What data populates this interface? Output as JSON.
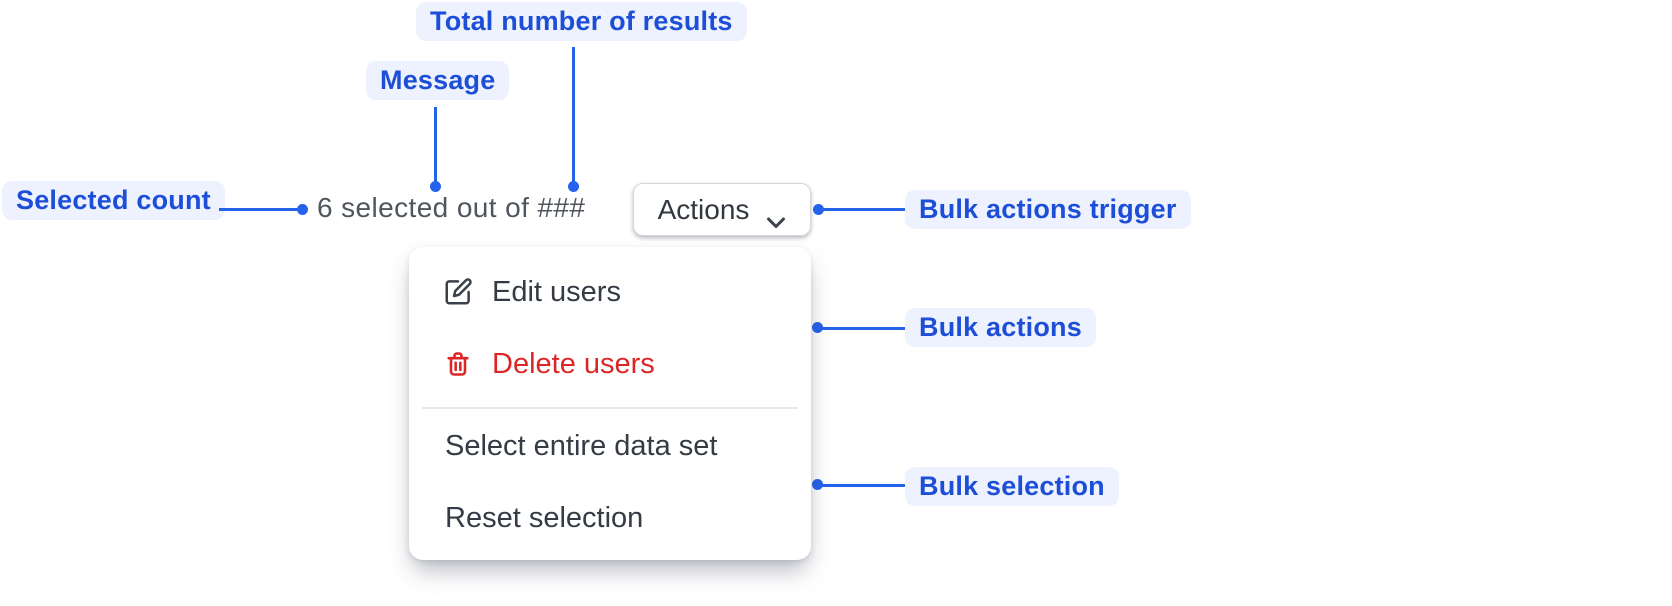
{
  "colors": {
    "annotation-blue": "#1d4ed8",
    "connector-blue": "#2563eb",
    "annotation-bg": "#edf2fe",
    "danger-red": "#dc2626",
    "menu-text": "#343b44",
    "message-gray": "#4f565e",
    "border-gray": "#d4d8dd",
    "divider-gray": "#e6e8ec"
  },
  "annotations": {
    "total_results": "Total number of results",
    "message": "Message",
    "selected_count": "Selected count",
    "bulk_actions_trigger": "Bulk actions trigger",
    "bulk_actions": "Bulk actions",
    "bulk_selection": "Bulk selection"
  },
  "toolbar": {
    "selection_message": "6 selected out of ###",
    "actions_button_label": "Actions",
    "actions_button_icon": "chevron-down-icon"
  },
  "menu": {
    "items": [
      {
        "label": "Edit users",
        "icon": "edit-icon",
        "danger": false
      },
      {
        "label": "Delete users",
        "icon": "trash-icon",
        "danger": true
      },
      {
        "label": "Select entire data set"
      },
      {
        "label": "Reset selection"
      }
    ]
  }
}
